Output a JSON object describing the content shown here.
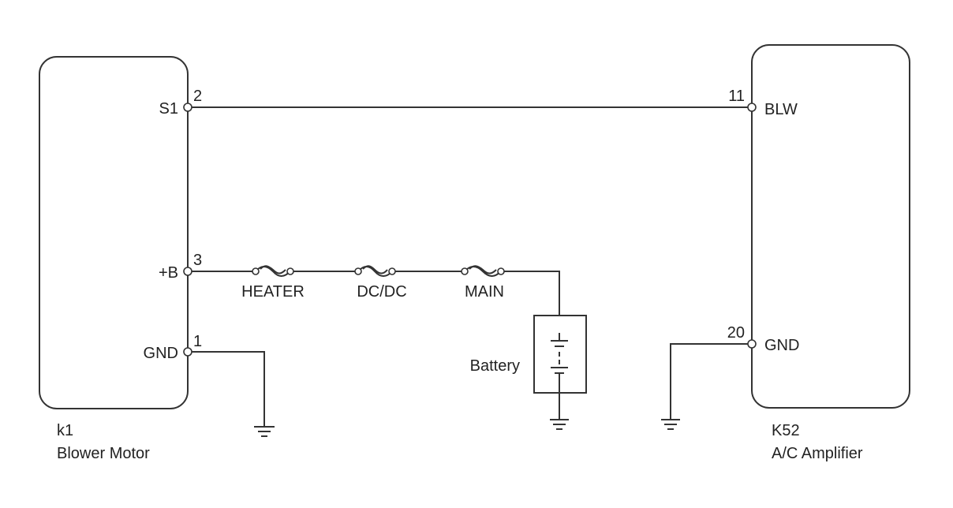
{
  "components": {
    "blower_motor": {
      "code": "k1",
      "name": "Blower Motor",
      "pins": {
        "s1": {
          "label": "S1",
          "number": "2"
        },
        "plus_b": {
          "label": "+B",
          "number": "3"
        },
        "gnd": {
          "label": "GND",
          "number": "1"
        }
      }
    },
    "ac_amplifier": {
      "code": "K52",
      "name": "A/C Amplifier",
      "pins": {
        "blw": {
          "label": "BLW",
          "number": "11"
        },
        "gnd": {
          "label": "GND",
          "number": "20"
        }
      }
    }
  },
  "fuses": {
    "heater": "HEATER",
    "dcdc": "DC/DC",
    "main": "MAIN"
  },
  "battery": {
    "label": "Battery"
  }
}
